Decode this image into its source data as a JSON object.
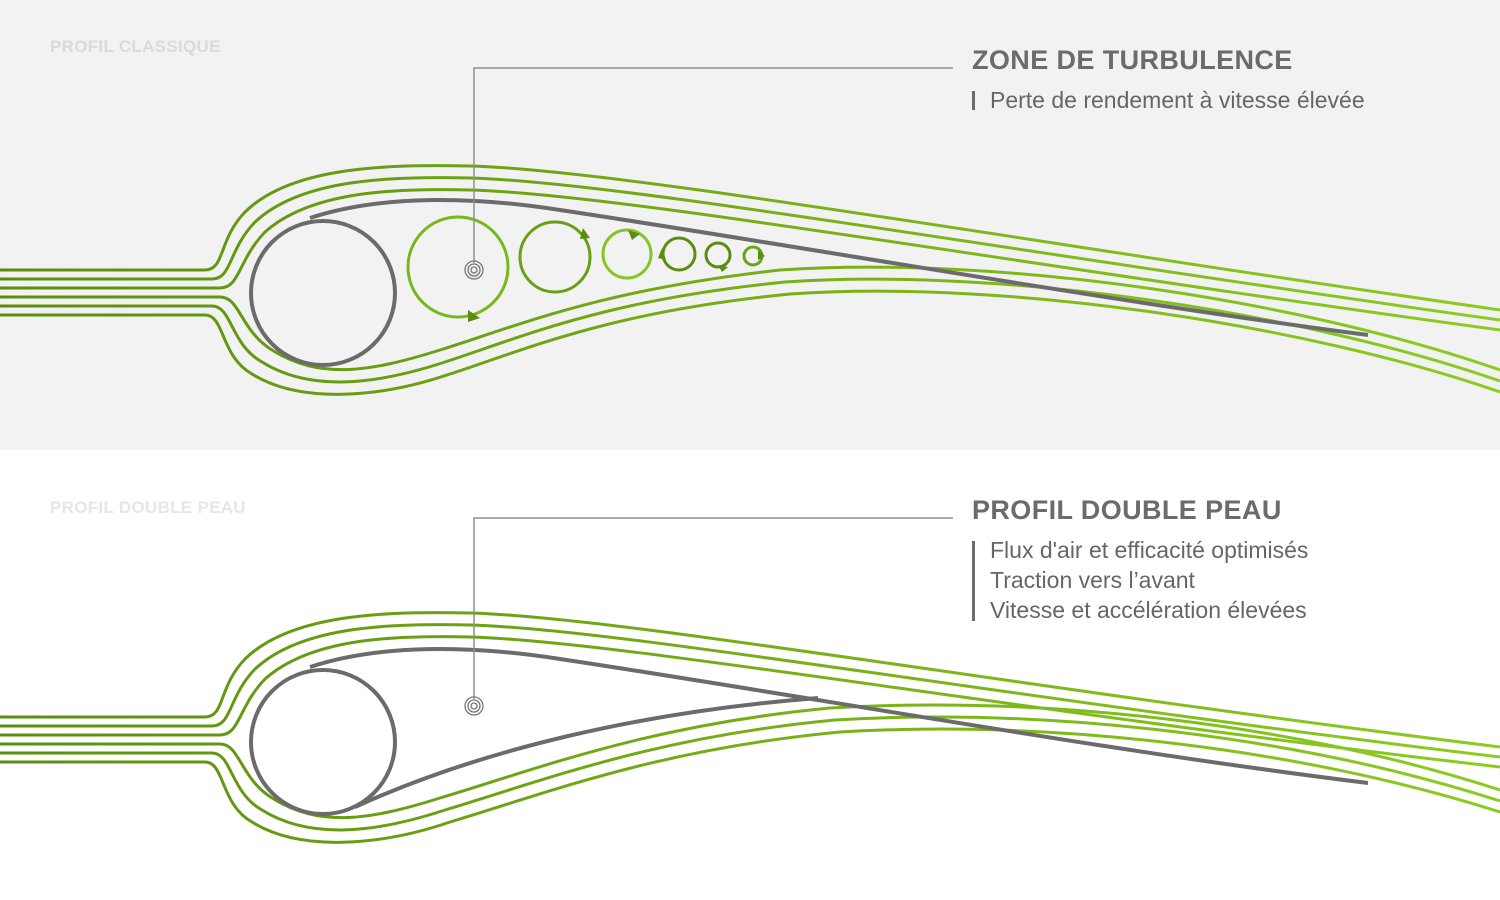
{
  "colors": {
    "stream_dark": "#5b8e0f",
    "stream_light": "#8ccc22",
    "profile_gray": "#6b6b6b",
    "leader_gray": "#8f8f8f",
    "top_background": "#f2f2f2",
    "bottom_background": "#ffffff"
  },
  "top_panel": {
    "section_label": "PROFIL CLASSIQUE",
    "callout": {
      "title": "ZONE DE TURBULENCE",
      "lines": [
        "Perte de rendement à vitesse élevée"
      ]
    }
  },
  "bottom_panel": {
    "section_label": "PROFIL DOUBLE PEAU",
    "callout": {
      "title": "PROFIL DOUBLE PEAU",
      "lines": [
        "Flux d'air et efficacité optimisés",
        "Traction vers l’avant",
        "Vitesse et accélération élevées"
      ]
    }
  }
}
